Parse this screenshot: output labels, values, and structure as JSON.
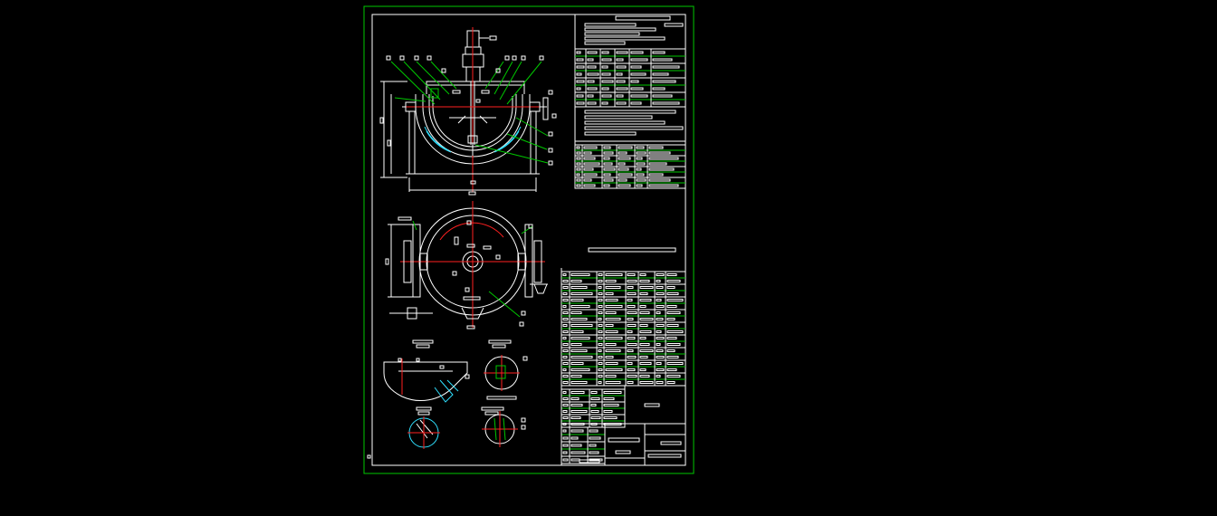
{
  "colors": {
    "background": "#000000",
    "frame": "#00c800",
    "linework": "#ffffff",
    "centerline": "#ff2020",
    "hatch": "#30e0ff"
  },
  "drawing": {
    "views": [
      "front-section-view",
      "top-plan-view",
      "detail-outlet",
      "detail-flange",
      "detail-elbow",
      "detail-sight-glass"
    ],
    "tables": [
      "technical-characteristics-table",
      "nozzle-table",
      "parts-list-table",
      "title-block"
    ]
  }
}
